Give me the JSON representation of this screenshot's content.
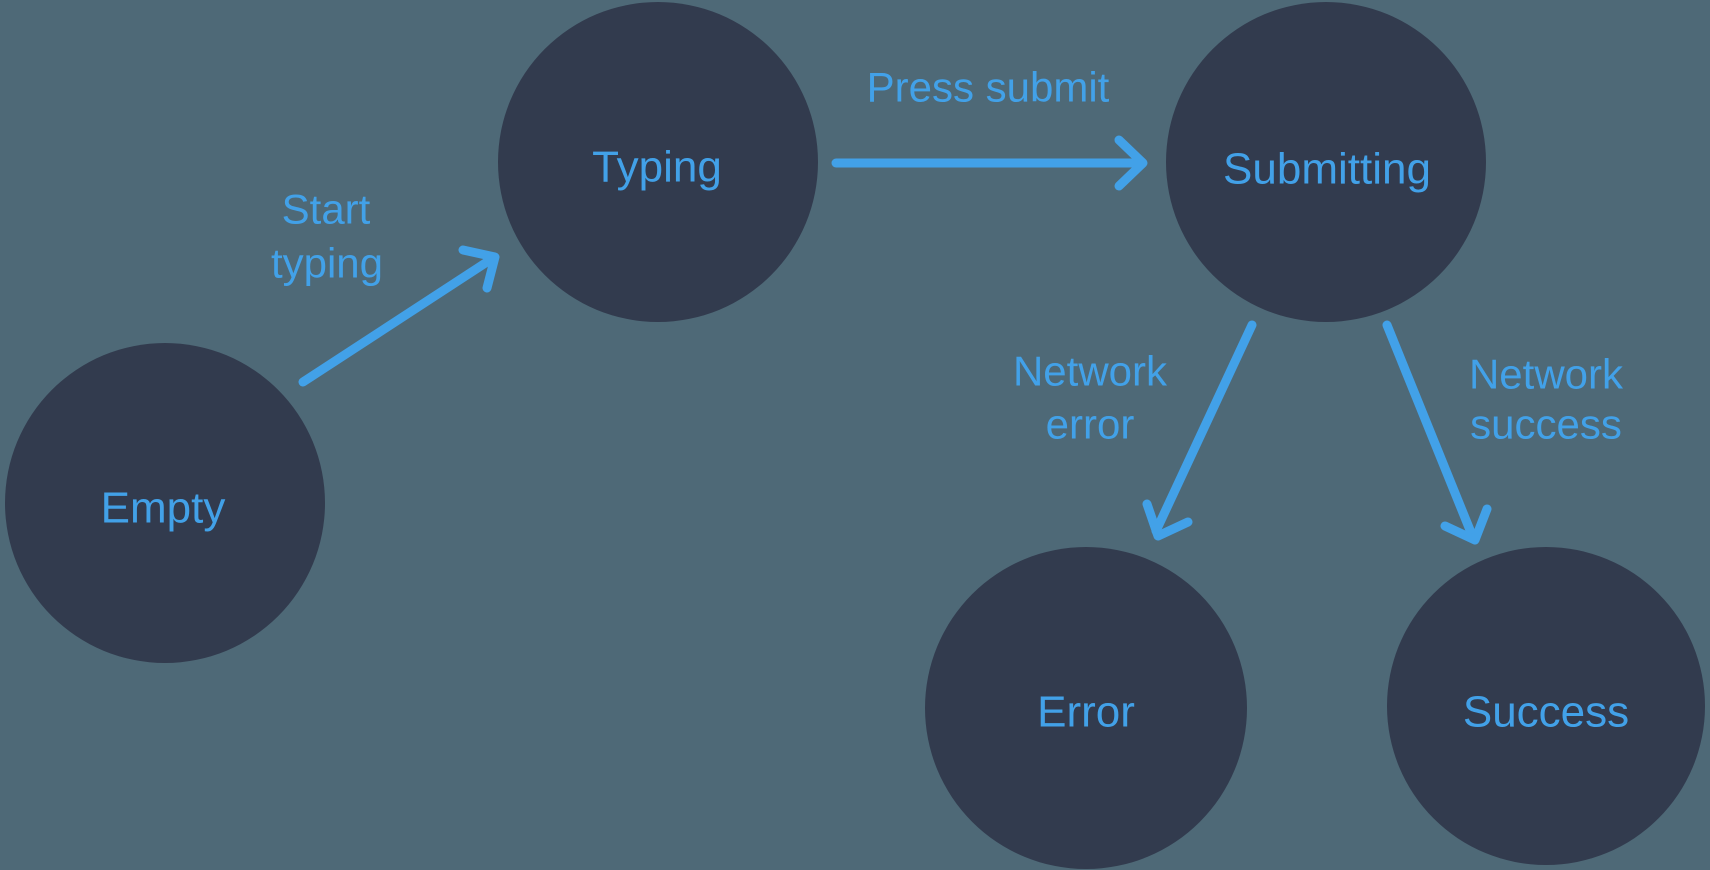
{
  "colors": {
    "background": "#4e6977",
    "node_fill": "#323b4e",
    "accent_blue": "#42a1e8"
  },
  "states": [
    {
      "id": "empty",
      "label": "Empty"
    },
    {
      "id": "typing",
      "label": "Typing"
    },
    {
      "id": "submitting",
      "label": "Submitting"
    },
    {
      "id": "error",
      "label": "Error"
    },
    {
      "id": "success",
      "label": "Success"
    }
  ],
  "transitions": [
    {
      "from": "Empty",
      "to": "Typing",
      "label_line1": "Start",
      "label_line2": "typing"
    },
    {
      "from": "Typing",
      "to": "Submitting",
      "label_line1": "Press submit",
      "label_line2": ""
    },
    {
      "from": "Submitting",
      "to": "Error",
      "label_line1": "Network",
      "label_line2": "error"
    },
    {
      "from": "Submitting",
      "to": "Success",
      "label_line1": "Network",
      "label_line2": "success"
    }
  ]
}
